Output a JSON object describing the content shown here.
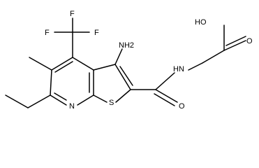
{
  "molecule": {
    "atom_labels": {
      "fluorine_1": "F",
      "fluorine_2": "F",
      "fluorine_3": "F",
      "amino": "NH2",
      "amide_nitrogen": "HN",
      "hydroxyl": "HO",
      "carbonyl_oxygen_acid": "O",
      "carbonyl_oxygen_amide": "O",
      "ring_nitrogen": "N",
      "ring_sulfur": "S"
    }
  }
}
